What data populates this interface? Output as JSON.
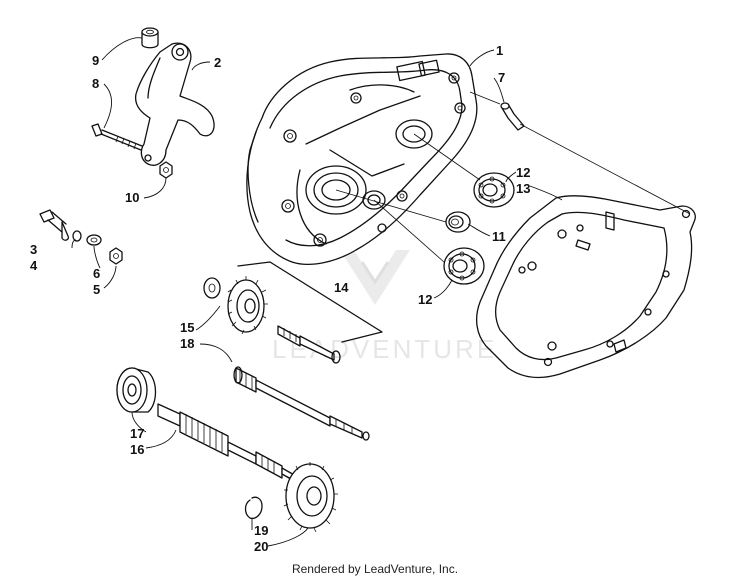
{
  "watermark": "LEADVENTURE",
  "footer": "Rendered by LeadVenture, Inc.",
  "callouts": {
    "c1": "1",
    "c2": "2",
    "c3": "3",
    "c4": "4",
    "c5": "5",
    "c6": "6",
    "c7": "7",
    "c8": "8",
    "c9": "9",
    "c10": "10",
    "c11": "11",
    "c12a": "12",
    "c12b": "12",
    "c13": "13",
    "c14": "14",
    "c15": "15",
    "c16": "16",
    "c17": "17",
    "c18": "18",
    "c19": "19",
    "c20": "20"
  }
}
